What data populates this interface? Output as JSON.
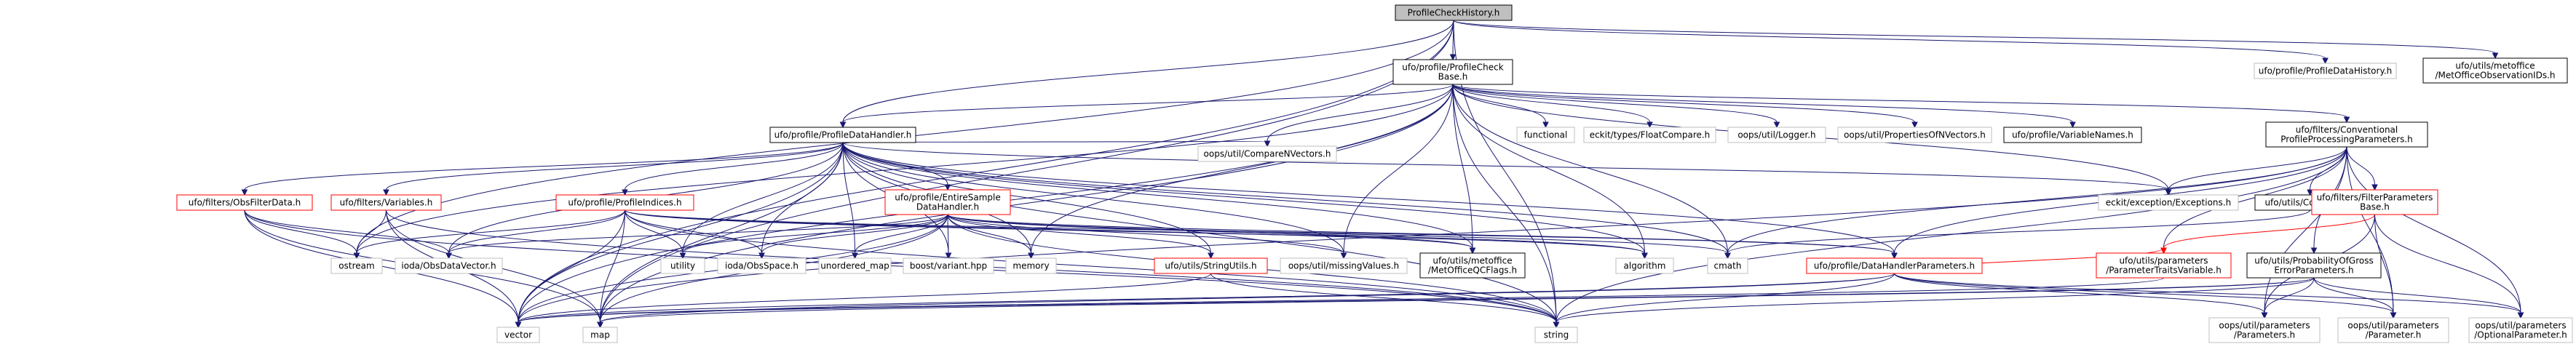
{
  "colors": {
    "root_fill": "#bfbfbf",
    "normal_fill": "#ffffff",
    "normal_border": "#000000",
    "red_border": "#ff0000",
    "grey_border": "#bfbfbf",
    "edge_blue": "#191970",
    "edge_red": "#ff0000"
  },
  "nodes": [
    {
      "id": "root",
      "lines": [
        "ProfileCheckHistory.h"
      ],
      "style": "root"
    },
    {
      "id": "pcb",
      "lines": [
        "ufo/profile/ProfileCheck",
        "Base.h"
      ],
      "style": "normal"
    },
    {
      "id": "pdh",
      "lines": [
        "ufo/profile/ProfileDataHistory.h"
      ],
      "style": "grey"
    },
    {
      "id": "moo",
      "lines": [
        "ufo/utils/metoffice",
        "/MetOfficeObservationIDs.h"
      ],
      "style": "normal"
    },
    {
      "id": "pdhandler",
      "lines": [
        "ufo/profile/ProfileDataHandler.h"
      ],
      "style": "normal"
    },
    {
      "id": "functional",
      "lines": [
        "functional"
      ],
      "style": "grey"
    },
    {
      "id": "floatcompare",
      "lines": [
        "eckit/types/FloatCompare.h"
      ],
      "style": "grey"
    },
    {
      "id": "logger",
      "lines": [
        "oops/util/Logger.h"
      ],
      "style": "grey"
    },
    {
      "id": "propsvec",
      "lines": [
        "oops/util/PropertiesOfNVectors.h"
      ],
      "style": "grey"
    },
    {
      "id": "varnames",
      "lines": [
        "ufo/profile/VariableNames.h"
      ],
      "style": "normal"
    },
    {
      "id": "convparams",
      "lines": [
        "ufo/filters/Conventional",
        "ProfileProcessingParameters.h"
      ],
      "style": "normal"
    },
    {
      "id": "obsfilterdata",
      "lines": [
        "ufo/filters/ObsFilterData.h"
      ],
      "style": "red"
    },
    {
      "id": "variables",
      "lines": [
        "ufo/filters/Variables.h"
      ],
      "style": "red"
    },
    {
      "id": "profindices",
      "lines": [
        "ufo/profile/ProfileIndices.h"
      ],
      "style": "red"
    },
    {
      "id": "entiresample",
      "lines": [
        "ufo/profile/EntireSample",
        "DataHandler.h"
      ],
      "style": "red"
    },
    {
      "id": "comparenvec",
      "lines": [
        "oops/util/CompareNVectors.h"
      ],
      "style": "grey"
    },
    {
      "id": "eckitexc",
      "lines": [
        "eckit/exception/Exceptions.h"
      ],
      "style": "grey"
    },
    {
      "id": "constants",
      "lines": [
        "ufo/utils/Constants.h"
      ],
      "style": "normal"
    },
    {
      "id": "filterparams",
      "lines": [
        "ufo/filters/FilterParameters",
        "Base.h"
      ],
      "style": "red"
    },
    {
      "id": "ostream",
      "lines": [
        "ostream"
      ],
      "style": "grey"
    },
    {
      "id": "obsdatavector",
      "lines": [
        "ioda/ObsDataVector.h"
      ],
      "style": "grey"
    },
    {
      "id": "utility",
      "lines": [
        "utility"
      ],
      "style": "grey"
    },
    {
      "id": "obsspace",
      "lines": [
        "ioda/ObsSpace.h"
      ],
      "style": "grey"
    },
    {
      "id": "unorderedmap",
      "lines": [
        "unordered_map"
      ],
      "style": "grey"
    },
    {
      "id": "variant",
      "lines": [
        "boost/variant.hpp"
      ],
      "style": "grey"
    },
    {
      "id": "memory",
      "lines": [
        "memory"
      ],
      "style": "grey"
    },
    {
      "id": "stringutils",
      "lines": [
        "ufo/utils/StringUtils.h"
      ],
      "style": "red"
    },
    {
      "id": "missingvalues",
      "lines": [
        "oops/util/missingValues.h"
      ],
      "style": "grey"
    },
    {
      "id": "qcflags",
      "lines": [
        "ufo/utils/metoffice",
        "/MetOfficeQCFlags.h"
      ],
      "style": "normal"
    },
    {
      "id": "algorithm",
      "lines": [
        "algorithm"
      ],
      "style": "grey"
    },
    {
      "id": "cmath",
      "lines": [
        "cmath"
      ],
      "style": "grey"
    },
    {
      "id": "dhparams",
      "lines": [
        "ufo/profile/DataHandlerParameters.h"
      ],
      "style": "red"
    },
    {
      "id": "traitvar",
      "lines": [
        "ufo/utils/parameters",
        "/ParameterTraitsVariable.h"
      ],
      "style": "red"
    },
    {
      "id": "probgross",
      "lines": [
        "ufo/utils/ProbabilityOfGross",
        "ErrorParameters.h"
      ],
      "style": "normal"
    },
    {
      "id": "vector",
      "lines": [
        "vector"
      ],
      "style": "grey"
    },
    {
      "id": "map",
      "lines": [
        "map"
      ],
      "style": "grey"
    },
    {
      "id": "string",
      "lines": [
        "string"
      ],
      "style": "grey"
    },
    {
      "id": "oopsparameters",
      "lines": [
        "oops/util/parameters",
        "/Parameters.h"
      ],
      "style": "grey"
    },
    {
      "id": "oopsparameter",
      "lines": [
        "oops/util/parameters",
        "/Parameter.h"
      ],
      "style": "grey"
    },
    {
      "id": "optparameter",
      "lines": [
        "oops/util/parameters",
        "/OptionalParameter.h"
      ],
      "style": "grey"
    }
  ],
  "edges": [
    [
      "root",
      "pcb",
      "blue"
    ],
    [
      "root",
      "pdh",
      "blue"
    ],
    [
      "root",
      "moo",
      "blue"
    ],
    [
      "root",
      "pdhandler",
      "blue"
    ],
    [
      "root",
      "vector",
      "blue"
    ],
    [
      "root",
      "map",
      "blue"
    ],
    [
      "root",
      "string",
      "blue"
    ],
    [
      "root",
      "ostream",
      "blue"
    ],
    [
      "pcb",
      "pdhandler",
      "blue"
    ],
    [
      "pcb",
      "functional",
      "blue"
    ],
    [
      "pcb",
      "floatcompare",
      "blue"
    ],
    [
      "pcb",
      "logger",
      "blue"
    ],
    [
      "pcb",
      "propsvec",
      "blue"
    ],
    [
      "pcb",
      "varnames",
      "blue"
    ],
    [
      "pcb",
      "convparams",
      "blue"
    ],
    [
      "pcb",
      "comparenvec",
      "blue"
    ],
    [
      "pcb",
      "eckitexc",
      "blue"
    ],
    [
      "pcb",
      "memory",
      "blue"
    ],
    [
      "pcb",
      "missingvalues",
      "blue"
    ],
    [
      "pcb",
      "qcflags",
      "blue"
    ],
    [
      "pcb",
      "algorithm",
      "blue"
    ],
    [
      "pcb",
      "cmath",
      "blue"
    ],
    [
      "pcb",
      "string",
      "blue"
    ],
    [
      "pcb",
      "vector",
      "blue"
    ],
    [
      "pcb",
      "map",
      "blue"
    ],
    [
      "pcb",
      "ostream",
      "blue"
    ],
    [
      "pdhandler",
      "obsfilterdata",
      "blue"
    ],
    [
      "pdhandler",
      "variables",
      "blue"
    ],
    [
      "pdhandler",
      "profindices",
      "blue"
    ],
    [
      "pdhandler",
      "entiresample",
      "blue"
    ],
    [
      "pdhandler",
      "comparenvec",
      "blue"
    ],
    [
      "pdhandler",
      "obsdatavector",
      "blue"
    ],
    [
      "pdhandler",
      "utility",
      "blue"
    ],
    [
      "pdhandler",
      "obsspace",
      "blue"
    ],
    [
      "pdhandler",
      "unorderedmap",
      "blue"
    ],
    [
      "pdhandler",
      "variant",
      "blue"
    ],
    [
      "pdhandler",
      "memory",
      "blue"
    ],
    [
      "pdhandler",
      "stringutils",
      "blue"
    ],
    [
      "pdhandler",
      "missingvalues",
      "blue"
    ],
    [
      "pdhandler",
      "qcflags",
      "blue"
    ],
    [
      "pdhandler",
      "algorithm",
      "blue"
    ],
    [
      "pdhandler",
      "cmath",
      "blue"
    ],
    [
      "pdhandler",
      "dhparams",
      "blue"
    ],
    [
      "pdhandler",
      "vector",
      "blue"
    ],
    [
      "pdhandler",
      "map",
      "blue"
    ],
    [
      "pdhandler",
      "string",
      "blue"
    ],
    [
      "pdhandler",
      "eckitexc",
      "blue"
    ],
    [
      "convparams",
      "eckitexc",
      "blue"
    ],
    [
      "convparams",
      "constants",
      "blue"
    ],
    [
      "convparams",
      "filterparams",
      "blue"
    ],
    [
      "convparams",
      "traitvar",
      "blue"
    ],
    [
      "convparams",
      "probgross",
      "blue"
    ],
    [
      "convparams",
      "dhparams",
      "blue"
    ],
    [
      "convparams",
      "oopsparameters",
      "blue"
    ],
    [
      "convparams",
      "oopsparameter",
      "blue"
    ],
    [
      "convparams",
      "optparameter",
      "blue"
    ],
    [
      "convparams",
      "string",
      "blue"
    ],
    [
      "convparams",
      "vector",
      "blue"
    ],
    [
      "convparams",
      "cmath",
      "blue"
    ],
    [
      "obsfilterdata",
      "ostream",
      "blue"
    ],
    [
      "obsfilterdata",
      "obsdatavector",
      "blue"
    ],
    [
      "obsfilterdata",
      "vector",
      "blue"
    ],
    [
      "obsfilterdata",
      "map",
      "blue"
    ],
    [
      "obsfilterdata",
      "string",
      "blue"
    ],
    [
      "variables",
      "ostream",
      "blue"
    ],
    [
      "variables",
      "vector",
      "blue"
    ],
    [
      "variables",
      "string",
      "blue"
    ],
    [
      "variables",
      "map",
      "blue"
    ],
    [
      "profindices",
      "ostream",
      "blue"
    ],
    [
      "profindices",
      "utility",
      "blue"
    ],
    [
      "profindices",
      "obsspace",
      "blue"
    ],
    [
      "profindices",
      "vector",
      "blue"
    ],
    [
      "profindices",
      "map",
      "blue"
    ],
    [
      "profindices",
      "string",
      "blue"
    ],
    [
      "profindices",
      "obsdatavector",
      "blue"
    ],
    [
      "profindices",
      "algorithm",
      "blue"
    ],
    [
      "profindices",
      "dhparams",
      "blue"
    ],
    [
      "profindices",
      "qcflags",
      "blue"
    ],
    [
      "entiresample",
      "obsdatavector",
      "blue"
    ],
    [
      "entiresample",
      "utility",
      "blue"
    ],
    [
      "entiresample",
      "obsspace",
      "blue"
    ],
    [
      "entiresample",
      "unorderedmap",
      "blue"
    ],
    [
      "entiresample",
      "variant",
      "blue"
    ],
    [
      "entiresample",
      "memory",
      "blue"
    ],
    [
      "entiresample",
      "stringutils",
      "blue"
    ],
    [
      "entiresample",
      "missingvalues",
      "blue"
    ],
    [
      "entiresample",
      "qcflags",
      "blue"
    ],
    [
      "entiresample",
      "algorithm",
      "blue"
    ],
    [
      "entiresample",
      "cmath",
      "blue"
    ],
    [
      "entiresample",
      "dhparams",
      "blue"
    ],
    [
      "entiresample",
      "vector",
      "blue"
    ],
    [
      "entiresample",
      "map",
      "blue"
    ],
    [
      "entiresample",
      "string",
      "blue"
    ],
    [
      "stringutils",
      "string",
      "blue"
    ],
    [
      "stringutils",
      "vector",
      "blue"
    ],
    [
      "constants",
      "cmath",
      "blue"
    ],
    [
      "filterparams",
      "traitvar",
      "red"
    ],
    [
      "filterparams",
      "oopsparameters",
      "blue"
    ],
    [
      "filterparams",
      "oopsparameter",
      "blue"
    ],
    [
      "filterparams",
      "optparameter",
      "blue"
    ],
    [
      "dhparams",
      "oopsparameters",
      "blue"
    ],
    [
      "dhparams",
      "oopsparameter",
      "blue"
    ],
    [
      "dhparams",
      "optparameter",
      "blue"
    ],
    [
      "dhparams",
      "string",
      "blue"
    ],
    [
      "dhparams",
      "vector",
      "blue"
    ],
    [
      "dhparams",
      "map",
      "blue"
    ],
    [
      "dhparams",
      "traitvar",
      "red"
    ],
    [
      "probgross",
      "oopsparameters",
      "blue"
    ],
    [
      "probgross",
      "oopsparameter",
      "blue"
    ],
    [
      "probgross",
      "optparameter",
      "blue"
    ],
    [
      "probgross",
      "vector",
      "blue"
    ],
    [
      "probgross",
      "string",
      "blue"
    ],
    [
      "probgross",
      "map",
      "blue"
    ],
    [
      "traitvar",
      "vector",
      "blue"
    ]
  ]
}
